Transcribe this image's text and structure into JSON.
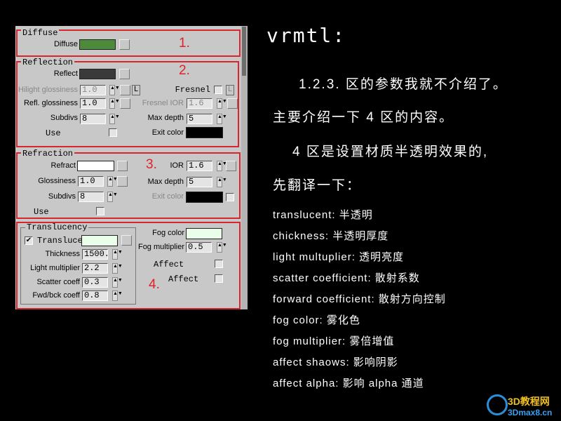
{
  "panel": {
    "diffuse": {
      "group": "Diffuse",
      "label": "Diffuse",
      "color": "#4e8a3c",
      "marker": "1."
    },
    "reflection": {
      "group": "Reflection",
      "reflect": "Reflect",
      "reflect_color": "#3a3a3a",
      "hilight": "Hilight glossiness",
      "hilight_val": "1.0",
      "L": "L",
      "fresnel": "Fresnel",
      "refl_gloss": "Refl. glossiness",
      "refl_gloss_val": "1.0",
      "fresnel_ior": "Fresnel IOR",
      "fresnel_ior_val": "1.6",
      "subdivs": "Subdivs",
      "subdivs_val": "8",
      "max_depth": "Max depth",
      "max_depth_val": "5",
      "use": "Use",
      "exit_color": "Exit color",
      "marker": "2."
    },
    "refraction": {
      "group": "Refraction",
      "refract": "Refract",
      "glossiness": "Glossiness",
      "gloss_val": "1.0",
      "ior": "IOR",
      "ior_val": "1.6",
      "subdivs": "Subdivs",
      "subdivs_val": "8",
      "max_depth": "Max depth",
      "max_depth_val": "5",
      "exit_color": "Exit color",
      "use": "Use",
      "marker": "3."
    },
    "translucency": {
      "group": "Translucency",
      "transluce": "Transluce",
      "thickness": "Thickness",
      "thickness_val": "1500.",
      "light_mult": "Light multiplier",
      "light_mult_val": "2.2",
      "scatter": "Scatter coeff",
      "scatter_val": "0.3",
      "fwd": "Fwd/bck coeff",
      "fwd_val": "0.8",
      "fog_color": "Fog color",
      "fog_mult": "Fog multiplier",
      "fog_mult_val": "0.5",
      "affect1": "Affect",
      "affect2": "Affect",
      "marker": "4."
    }
  },
  "notes": {
    "title": "vrmtl:",
    "lines": [
      "1.2.3. 区的参数我就不介绍了。",
      "主要介绍一下 4 区的内容。",
      "4 区是设置材质半透明效果的,",
      "先翻译一下："
    ],
    "terms": [
      "translucent: 半透明",
      "chickness: 半透明厚度",
      "light multuplier: 透明亮度",
      "scatter coefficient: 散射系数",
      "forward coefficient: 散射方向控制",
      "fog color: 雾化色",
      "fog multiplier: 雾倍增值",
      "affect shaows: 影响阴影",
      "affect alpha: 影响 alpha 通道"
    ]
  },
  "watermark": {
    "text1": "3D教程网",
    "text2": "3Dmax8.cn"
  }
}
